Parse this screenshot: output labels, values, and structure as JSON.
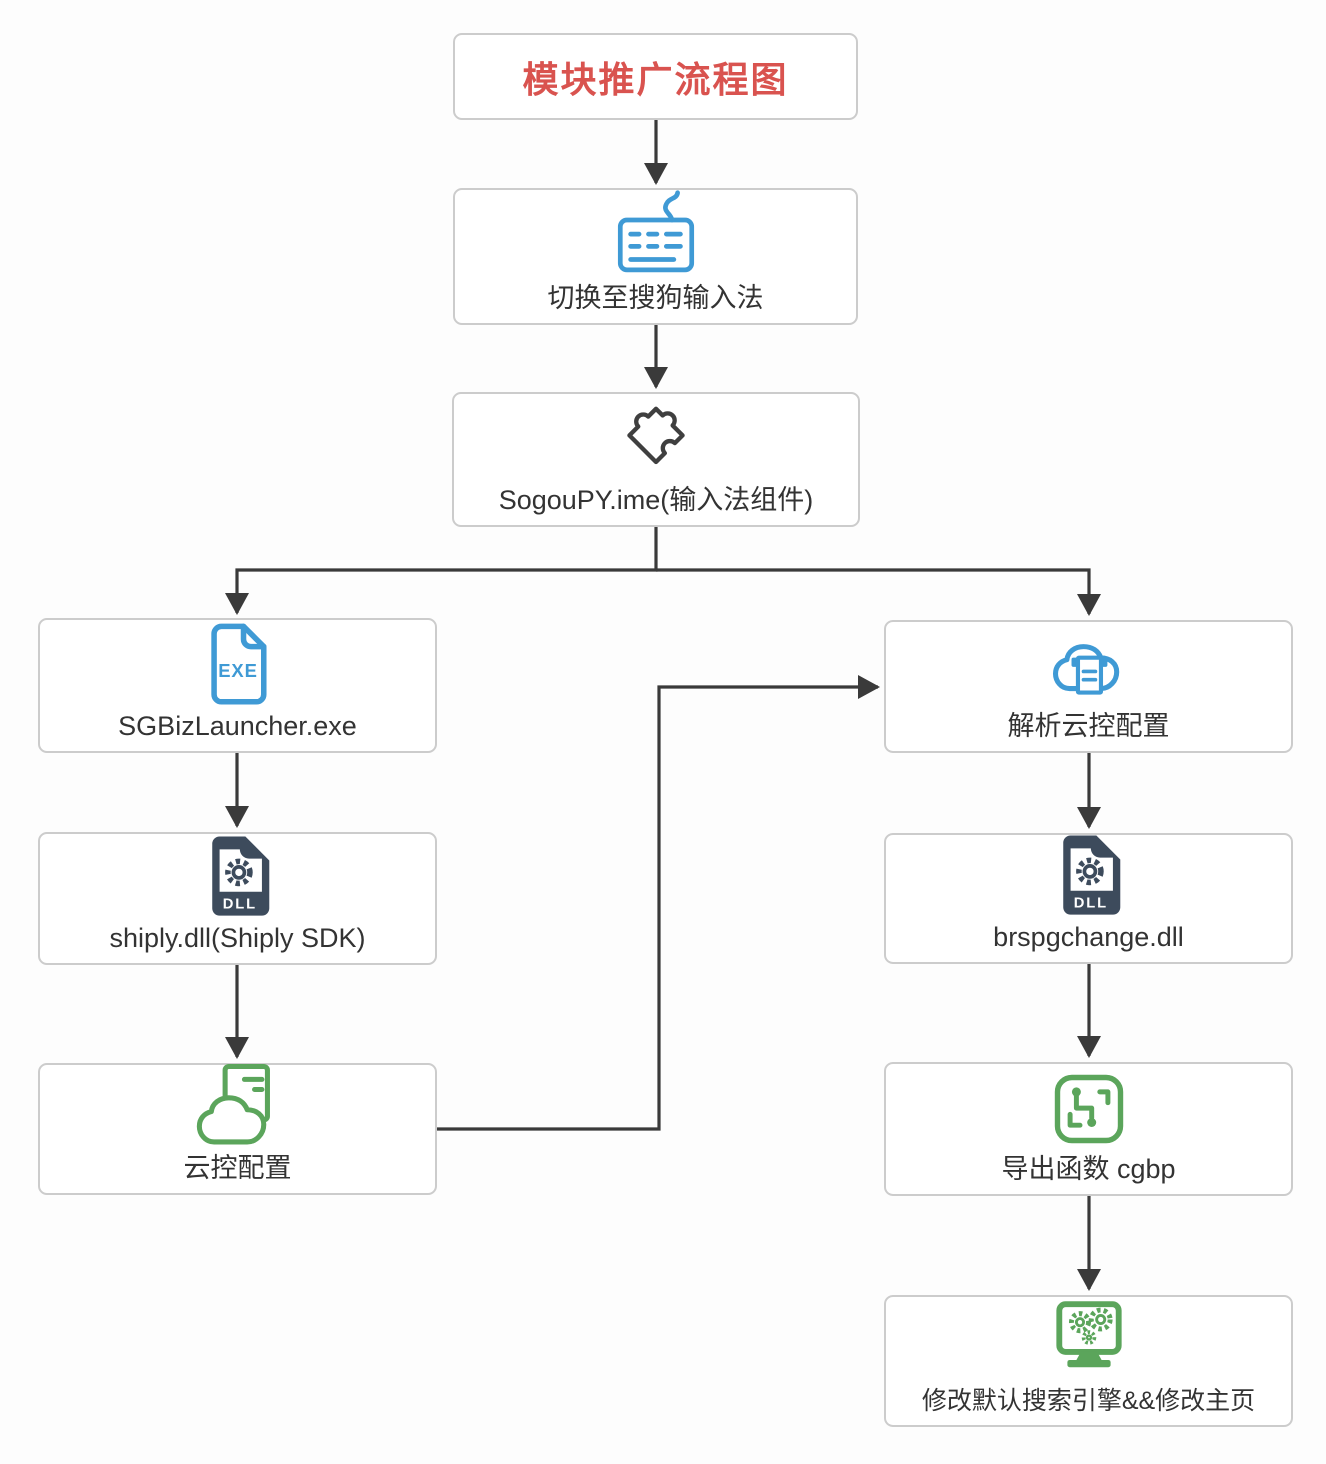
{
  "diagram": {
    "title": "模块推广流程图",
    "nodes": {
      "switch_ime": {
        "label": "切换至搜狗输入法",
        "icon": "keyboard-icon"
      },
      "sogoupy_ime": {
        "label": "SogouPY.ime(输入法组件)",
        "icon": "puzzle-icon"
      },
      "sgbizlauncher": {
        "label": "SGBizLauncher.exe",
        "icon": "exe-file-icon",
        "badge": "EXE"
      },
      "shiply_dll": {
        "label": "shiply.dll(Shiply SDK)",
        "icon": "dll-file-icon",
        "badge": "DLL"
      },
      "cloud_config": {
        "label": "云控配置",
        "icon": "cloud-config-icon"
      },
      "parse_cloud_config": {
        "label": "解析云控配置",
        "icon": "cloud-parse-icon"
      },
      "brspgchange_dll": {
        "label": "brspgchange.dll",
        "icon": "dll-file-icon",
        "badge": "DLL"
      },
      "export_function": {
        "label": "导出函数 cgbp",
        "icon": "circuit-icon"
      },
      "modify_defaults": {
        "label": "修改默认搜索引擎&&修改主页",
        "icon": "monitor-gears-icon"
      }
    },
    "edges": [
      {
        "from": "title",
        "to": "switch_ime"
      },
      {
        "from": "switch_ime",
        "to": "sogoupy_ime"
      },
      {
        "from": "sogoupy_ime",
        "to": "sgbizlauncher"
      },
      {
        "from": "sogoupy_ime",
        "to": "parse_cloud_config"
      },
      {
        "from": "sgbizlauncher",
        "to": "shiply_dll"
      },
      {
        "from": "shiply_dll",
        "to": "cloud_config"
      },
      {
        "from": "cloud_config",
        "to": "parse_cloud_config"
      },
      {
        "from": "parse_cloud_config",
        "to": "brspgchange_dll"
      },
      {
        "from": "brspgchange_dll",
        "to": "export_function"
      },
      {
        "from": "export_function",
        "to": "modify_defaults"
      }
    ],
    "colors": {
      "title_text": "#d9534f",
      "blue_icon": "#3f9ad5",
      "dark_icon": "#3d4b5c",
      "green_icon": "#5ba55b",
      "puzzle_icon": "#3f3f3f",
      "arrow": "#3a3a3a",
      "box_border": "#cccccc",
      "label_text": "#333333"
    }
  }
}
